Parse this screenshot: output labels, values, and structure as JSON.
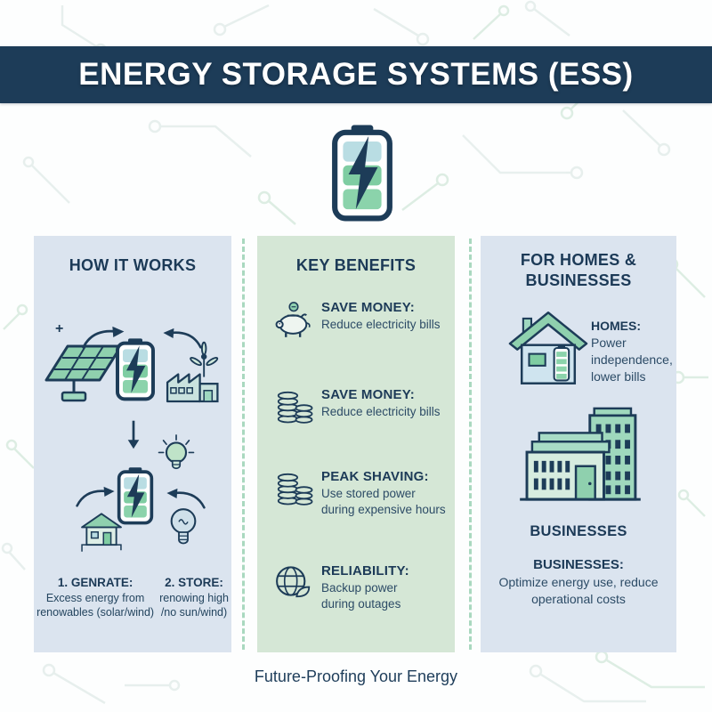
{
  "header": {
    "title": "ENERGY STORAGE SYSTEMS (ESS)"
  },
  "how_it_works": {
    "title": "HOW IT WORKS",
    "steps": [
      {
        "label": "1. GENRATE:",
        "line1": "Excess energy from",
        "line2": "renowables (solar/wind)"
      },
      {
        "label": "2. STORE:",
        "line1": "renowing high",
        "line2": "/no sun/wind)"
      }
    ]
  },
  "key_benefits": {
    "title": "KEY BENEFITS",
    "items": [
      {
        "icon": "piggy-bank-icon",
        "label": "SAVE MONEY:",
        "desc": "Reduce electricity bills"
      },
      {
        "icon": "coin-stack-icon",
        "label": "SAVE MONEY:",
        "desc": "Reduce electricity bills"
      },
      {
        "icon": "coin-stack-icon",
        "label": "PEAK SHAVING:",
        "desc": "Use stored power during expensive hours"
      },
      {
        "icon": "globe-leaf-icon",
        "label": "RELIABILITY:",
        "desc": "Backup power during outages"
      }
    ]
  },
  "homes_businesses": {
    "title": "FOR HOMES & BUSINESSES",
    "homes": {
      "label": "HOMES:",
      "desc": "Power independence, lower bills"
    },
    "businesses_heading": "BUSINESSES",
    "businesses": {
      "label": "BUSINESSES:",
      "desc": "Optimize energy use, reduce operational costs"
    }
  },
  "footer": {
    "tagline": "Future-Proofing Your Energy"
  },
  "decorations": {
    "plus": "+"
  },
  "colors": {
    "navy": "#1d3c58",
    "panel_blue": "#dbe4ef",
    "panel_green": "#d5e7d6",
    "battery_green": "#7fcda2",
    "battery_light_blue": "#b9dde3",
    "separator_green": "#a9d8bf"
  }
}
